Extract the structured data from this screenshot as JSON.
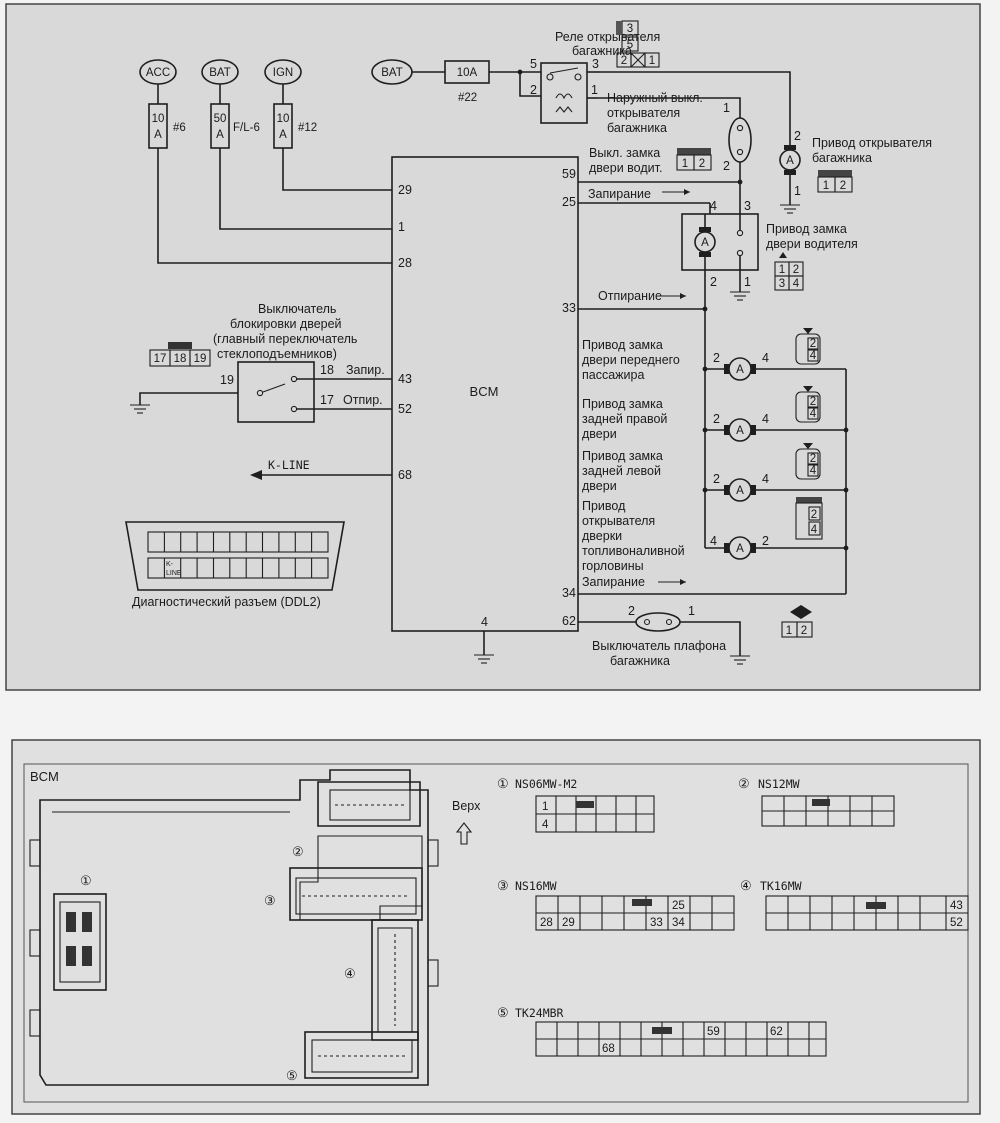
{
  "top": {
    "sources": {
      "acc": "ACC",
      "bat": "BAT",
      "ign": "IGN",
      "bat2": "BAT"
    },
    "fuses": {
      "f1_top": "10",
      "f1_bot": "A",
      "f1_name": "#6",
      "f2_top": "50",
      "f2_bot": "A",
      "f2_name": "F/L-6",
      "f3_top": "10",
      "f3_bot": "A",
      "f3_name": "#12",
      "f4_val": "10A",
      "f4_name": "#22"
    },
    "relay_label": [
      "Реле открывателя",
      "багажника"
    ],
    "relay_conn": {
      "a": "3",
      "b": "5",
      "c": "2",
      "d": "1"
    },
    "relay_pins": {
      "p5": "5",
      "p3": "3",
      "p2": "2",
      "p1": "1"
    },
    "ext_switch_label": [
      "Наружный выкл.",
      "открывателя",
      "багажника"
    ],
    "ext_switch_pins": {
      "p1": "1",
      "p2": "2"
    },
    "trunk_actuator_label": [
      "Привод открывателя",
      "багажника"
    ],
    "trunk_actuator_pins": {
      "p2": "2",
      "p1": "1"
    },
    "trunk_actuator_conn": {
      "a": "1",
      "b": "2"
    },
    "driver_lock_switch_label": [
      "Выкл. замка",
      "двери водит."
    ],
    "driver_lock_switch_conn": {
      "a": "1",
      "b": "2"
    },
    "driver_actuator_label": [
      "Привод замка",
      "двери водителя"
    ],
    "driver_actuator_pins": {
      "p4": "4",
      "p3": "3",
      "p2": "2",
      "p1": "1"
    },
    "driver_actuator_conn": {
      "a": "1",
      "b": "2",
      "c": "3",
      "d": "4"
    },
    "bcm_label": "BCM",
    "bcm_left_pins": {
      "p29": "29",
      "p1": "1",
      "p28": "28",
      "p43": "43",
      "p52": "52",
      "p68": "68",
      "p4": "4"
    },
    "bcm_right_pins": {
      "p59": "59",
      "p25": "25",
      "p33": "33",
      "p34": "34",
      "p62": "62"
    },
    "signals": {
      "lock1": "Запирание",
      "unlock": "Отпирание",
      "lock2": "Запирание"
    },
    "door_switch_label": [
      "Выключатель",
      "блокировки дверей",
      "(главный переключатель",
      "стеклоподъемников)"
    ],
    "door_switch_conn": {
      "a": "17",
      "b": "18",
      "c": "19"
    },
    "door_switch_pins": {
      "p19": "19",
      "p18": "18",
      "p17": "17",
      "zapir": "Запир.",
      "otpir": "Отпир."
    },
    "kline": "K-LINE",
    "ddl2_label": "Диагностический разъем (DDL2)",
    "ddl2_kline": [
      "K-",
      "LINE"
    ],
    "actuators": [
      {
        "label": [
          "Привод замка",
          "двери переднего",
          "пассажира"
        ],
        "pin_l": "2",
        "pin_r": "4",
        "conn": [
          "2",
          "4"
        ]
      },
      {
        "label": [
          "Привод замка",
          "задней правой",
          "двери"
        ],
        "pin_l": "2",
        "pin_r": "4",
        "conn": [
          "2",
          "4"
        ]
      },
      {
        "label": [
          "Привод замка",
          "задней левой",
          "двери"
        ],
        "pin_l": "2",
        "pin_r": "4",
        "conn": [
          "2",
          "4"
        ]
      },
      {
        "label": [
          "Привод",
          "открывателя",
          "дверки",
          "топливоналивной",
          "горловины"
        ],
        "pin_l": "4",
        "pin_r": "2",
        "conn": [
          "2",
          "4"
        ]
      }
    ],
    "motor_symbol": "A",
    "lamp_switch_label": [
      "Выключатель плафона",
      "багажника"
    ],
    "lamp_switch_pins": {
      "p2": "2",
      "p1": "1"
    },
    "lamp_switch_conn": {
      "a": "1",
      "b": "2"
    }
  },
  "bottom": {
    "title": "BCM",
    "up": "Верх",
    "callouts": {
      "c1": "①",
      "c2": "②",
      "c3": "③",
      "c4": "④",
      "c5": "⑤"
    },
    "connectors": {
      "c1": {
        "num": "①",
        "name": "NS06MW-M2",
        "cells": [
          "1",
          "4"
        ]
      },
      "c2": {
        "num": "②",
        "name": "NS12MW"
      },
      "c3": {
        "num": "③",
        "name": "NS16MW",
        "cells": [
          "25",
          "28",
          "29",
          "33",
          "34"
        ]
      },
      "c4": {
        "num": "④",
        "name": "TK16MW",
        "cells": [
          "43",
          "52"
        ]
      },
      "c5": {
        "num": "⑤",
        "name": "TK24MBR",
        "cells": [
          "59",
          "62",
          "68"
        ]
      }
    }
  }
}
